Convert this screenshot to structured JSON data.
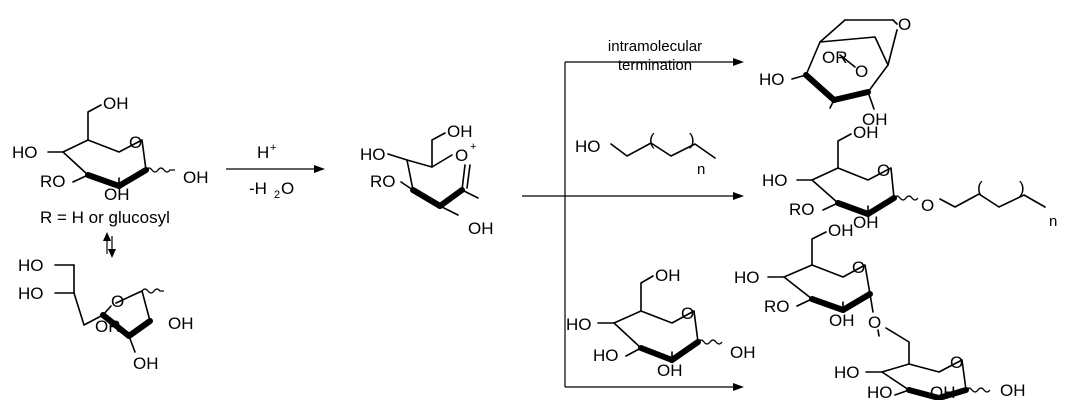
{
  "labels": {
    "oh": "OH",
    "ho": "HO",
    "ro": "RO",
    "or": "OR",
    "o": "O",
    "o_plus": "O",
    "plus": "+",
    "h": "H",
    "h_plus_sup": "+",
    "minus_h": "-H",
    "two": "2",
    "o_after": "O",
    "n": "n"
  },
  "reaction": {
    "condition_acid": "H",
    "condition_water": "-H2O"
  },
  "legend": {
    "r_definition": "R = H or glucosyl"
  },
  "pathways": {
    "intramolecular_1": "intramolecular",
    "intramolecular_2": "termination"
  }
}
